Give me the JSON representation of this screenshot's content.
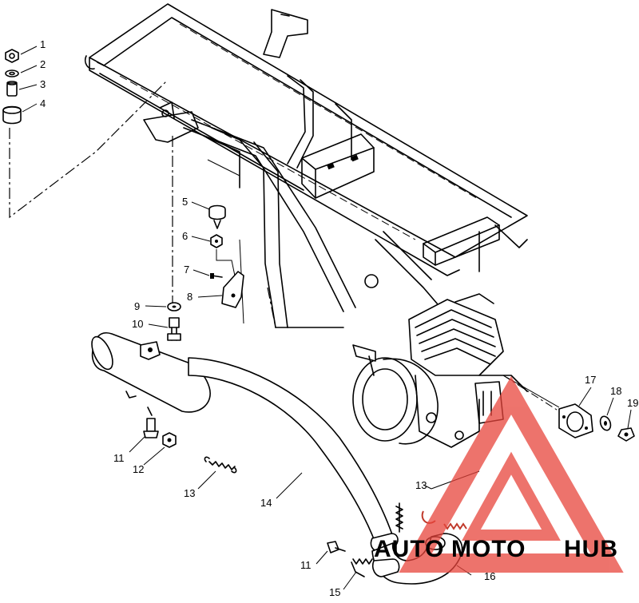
{
  "callouts": [
    {
      "id": "c1",
      "label": "1"
    },
    {
      "id": "c2",
      "label": "2"
    },
    {
      "id": "c3",
      "label": "3"
    },
    {
      "id": "c4",
      "label": "4"
    },
    {
      "id": "c5",
      "label": "5"
    },
    {
      "id": "c6",
      "label": "6"
    },
    {
      "id": "c7",
      "label": "7"
    },
    {
      "id": "c8",
      "label": "8"
    },
    {
      "id": "c9",
      "label": "9"
    },
    {
      "id": "c10",
      "label": "10"
    },
    {
      "id": "c11a",
      "label": "11"
    },
    {
      "id": "c12",
      "label": "12"
    },
    {
      "id": "c13a",
      "label": "13"
    },
    {
      "id": "c14",
      "label": "14"
    },
    {
      "id": "c13b",
      "label": "13"
    },
    {
      "id": "c11b",
      "label": "11"
    },
    {
      "id": "c15",
      "label": "15"
    },
    {
      "id": "c16",
      "label": "16"
    },
    {
      "id": "c17",
      "label": "17"
    },
    {
      "id": "c18",
      "label": "18"
    },
    {
      "id": "c19",
      "label": "19"
    }
  ],
  "watermark": {
    "text_a": "AUTO",
    "text_b": "MOTO",
    "text_c": "HUB",
    "colors": {
      "red": "#e8453c",
      "orange": "#f2a13a",
      "gray": "#5a5a5a"
    }
  }
}
